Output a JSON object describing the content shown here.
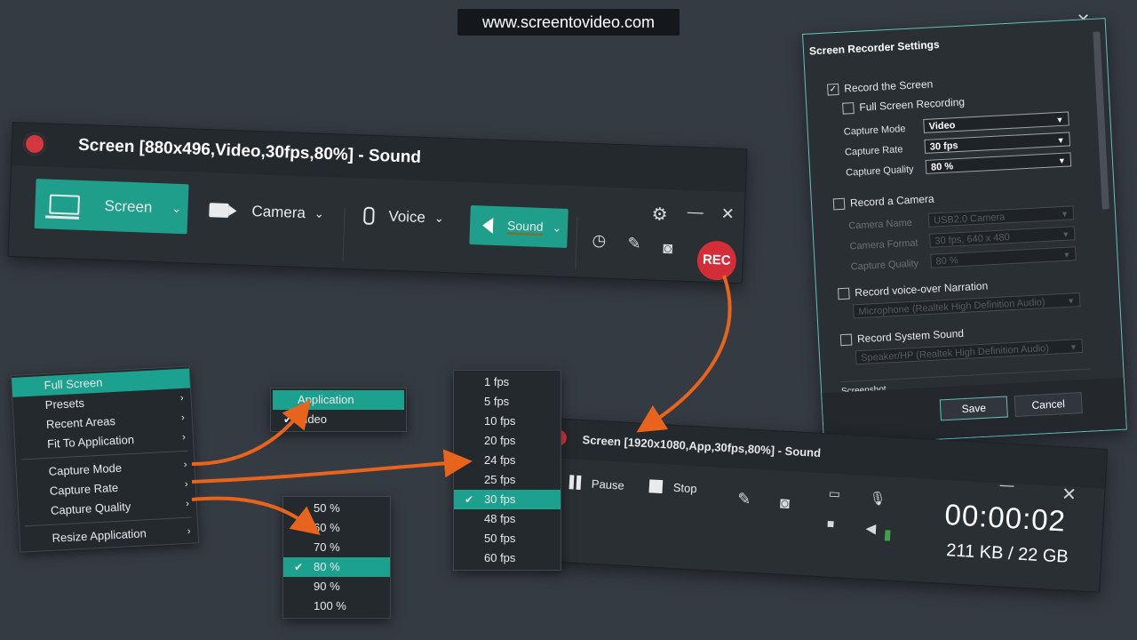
{
  "watermark": "www.screentovideo.com",
  "colors": {
    "accent": "#1da18f",
    "rec": "#d32d38",
    "panel": "#2a2f34",
    "arrow": "#e8641c"
  },
  "toolbar": {
    "title": "Screen [880x496,Video,30fps,80%] - Sound",
    "screen_label": "Screen",
    "camera_label": "Camera",
    "voice_label": "Voice",
    "sound_label": "Sound",
    "rec_label": "REC",
    "icons": [
      "logo-record-icon",
      "laptop-icon",
      "camera-icon",
      "microphone-icon",
      "speaker-icon",
      "clock-icon",
      "pencil-icon",
      "camera-snapshot-icon",
      "gear-icon"
    ]
  },
  "settings": {
    "title": "Screen Recorder Settings",
    "record_screen": "Record the Screen",
    "full_screen": "Full Screen Recording",
    "capture_mode_label": "Capture Mode",
    "capture_mode_value": "Video",
    "capture_rate_label": "Capture Rate",
    "capture_rate_value": "30 fps",
    "capture_quality_label": "Capture Quality",
    "capture_quality_value": "80 %",
    "record_camera": "Record a Camera",
    "camera_name_label": "Camera Name",
    "camera_name_value": "USB2.0 Camera",
    "camera_format_label": "Camera Format",
    "camera_format_value": "30 fps, 640 x 480",
    "camera_quality_label": "Capture Quality",
    "camera_quality_value": "80 %",
    "record_voice": "Record voice-over Narration",
    "voice_device": "Microphone (Realtek High Definition Audio)",
    "record_system": "Record System Sound",
    "system_device": "Speaker/HP (Realtek High Definition Audio)",
    "screenshot_label": "Screenshot",
    "save": "Save",
    "cancel": "Cancel"
  },
  "main_menu": {
    "items": [
      "Full Screen",
      "Presets",
      "Recent Areas",
      "Fit To Application",
      "Capture Mode",
      "Capture Rate",
      "Capture Quality",
      "Resize Application"
    ]
  },
  "mode_menu": {
    "items": [
      "Application",
      "Video"
    ]
  },
  "quality_menu": {
    "items": [
      "50 %",
      "60 %",
      "70 %",
      "80 %",
      "90 %",
      "100 %"
    ],
    "selected": "80 %"
  },
  "fps_menu": {
    "items": [
      "1 fps",
      "5 fps",
      "10 fps",
      "20 fps",
      "24 fps",
      "25 fps",
      "30 fps",
      "48 fps",
      "50 fps",
      "60 fps"
    ],
    "selected": "30 fps"
  },
  "recbar": {
    "title": "Screen [1920x1080,App,30fps,80%] - Sound",
    "pause": "Pause",
    "stop": "Stop",
    "timer": "00:00:02",
    "size": "211 KB / 22 GB"
  }
}
